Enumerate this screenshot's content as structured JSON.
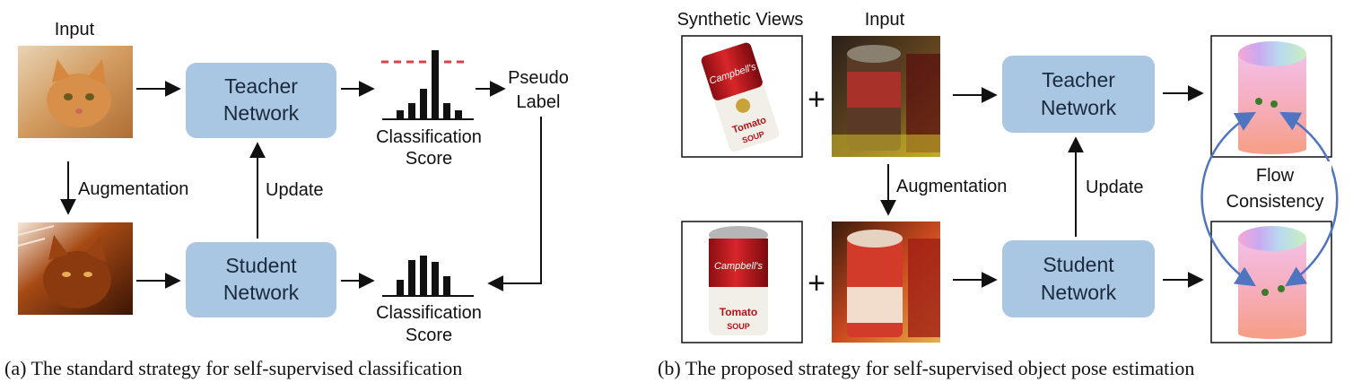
{
  "left_panel": {
    "input_label": "Input",
    "teacher": [
      "Teacher",
      "Network"
    ],
    "student": [
      "Student",
      "Network"
    ],
    "augmentation_label": "Augmentation",
    "update_label": "Update",
    "pseudo_label": [
      "Pseudo",
      "Label"
    ],
    "score_top": [
      "Classification",
      "Score"
    ],
    "score_bottom": [
      "Classification",
      "Score"
    ],
    "caption": "(a) The standard strategy for self-supervised classification"
  },
  "right_panel": {
    "synthetic_label": "Synthetic Views",
    "input_label": "Input",
    "plus_top": "+",
    "plus_bottom": "+",
    "teacher": [
      "Teacher",
      "Network"
    ],
    "student": [
      "Student",
      "Network"
    ],
    "augmentation_label": "Augmentation",
    "update_label": "Update",
    "flow_label": [
      "Flow",
      "Consistency"
    ],
    "can_text": "Campbell's",
    "can_sub": "Tomato",
    "can_soup": "SOUP",
    "caption": "(b) The proposed strategy for self-supervised object pose estimation"
  },
  "colors": {
    "network_box": "#a9c6e3",
    "dashed_line": "#e0404a",
    "flow_arrow": "#4f74c0",
    "keypoint": "#3d7a2a"
  }
}
